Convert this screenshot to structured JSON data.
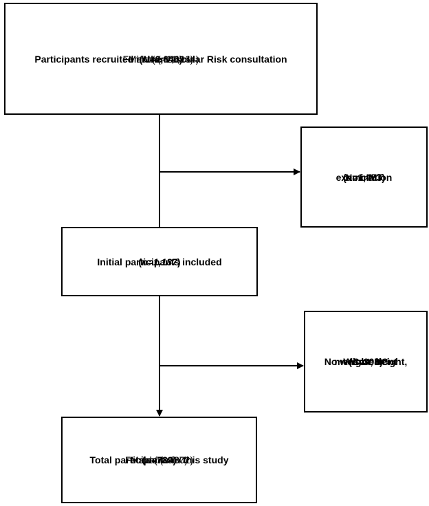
{
  "box_recruited": {
    "title": "Participants recruited in the Vascular Risk consultation",
    "n_open": "(",
    "n_var": "N",
    "n_val": "=2,640)",
    "male_pre": "Male (",
    "male_var": "n",
    "male_val": "=1,496)",
    "female_pre": "Female (",
    "female_var": "n",
    "female_val": "=1,144)"
  },
  "box_no_cimt": {
    "line1": "No cIMT",
    "line2": "examination",
    "n_open": "(",
    "n_var": "n",
    "n_val": "=1,453)"
  },
  "box_initial": {
    "title": "Initial participants included",
    "n_open": "(",
    "n_var": "n",
    "n_eq": "=",
    "n_val": "1,187",
    "n_close": ")"
  },
  "box_no_measure": {
    "line1": "No weight, height,",
    "line2": "WC or HC",
    "line3": "measurement",
    "n_open": "(",
    "n_var": "n",
    "n_val": "=398)"
  },
  "box_total": {
    "title": "Total participants in this study",
    "n_open": "(",
    "n_var": "n",
    "n_val": "=789)",
    "male_pre": "Male (",
    "male_var": "n",
    "male_val": "=487)",
    "female_pre": "Female (",
    "female_var": "n",
    "female_val": "=302)"
  }
}
